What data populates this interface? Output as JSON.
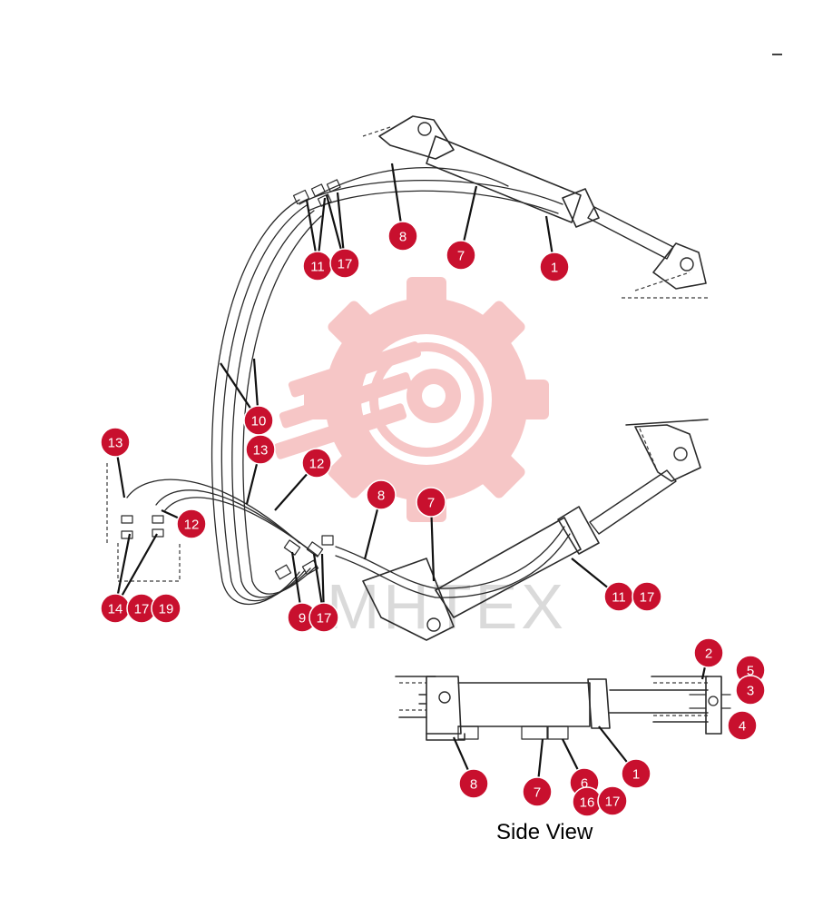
{
  "watermark": {
    "text": "MHTEX",
    "color": "#f4b5b5"
  },
  "view_label": "Side View",
  "callout_color": "#c8102e",
  "callouts": [
    {
      "id": "c-11a",
      "label": "11"
    },
    {
      "id": "c-17a",
      "label": "17"
    },
    {
      "id": "c-8a",
      "label": "8"
    },
    {
      "id": "c-7a",
      "label": "7"
    },
    {
      "id": "c-1a",
      "label": "1"
    },
    {
      "id": "c-10",
      "label": "10"
    },
    {
      "id": "c-13a",
      "label": "13"
    },
    {
      "id": "c-13b",
      "label": "13"
    },
    {
      "id": "c-12a",
      "label": "12"
    },
    {
      "id": "c-12b",
      "label": "12"
    },
    {
      "id": "c-8b",
      "label": "8"
    },
    {
      "id": "c-7b",
      "label": "7"
    },
    {
      "id": "c-11b",
      "label": "11"
    },
    {
      "id": "c-17b",
      "label": "17"
    },
    {
      "id": "c-14",
      "label": "14"
    },
    {
      "id": "c-17c",
      "label": "17"
    },
    {
      "id": "c-19",
      "label": "19"
    },
    {
      "id": "c-9",
      "label": "9"
    },
    {
      "id": "c-17d",
      "label": "17"
    },
    {
      "id": "c-2",
      "label": "2"
    },
    {
      "id": "c-5",
      "label": "5"
    },
    {
      "id": "c-3",
      "label": "3"
    },
    {
      "id": "c-4",
      "label": "4"
    },
    {
      "id": "c-1b",
      "label": "1"
    },
    {
      "id": "c-8c",
      "label": "8"
    },
    {
      "id": "c-7c",
      "label": "7"
    },
    {
      "id": "c-6",
      "label": "6"
    },
    {
      "id": "c-16",
      "label": "16"
    },
    {
      "id": "c-17e",
      "label": "17"
    }
  ]
}
